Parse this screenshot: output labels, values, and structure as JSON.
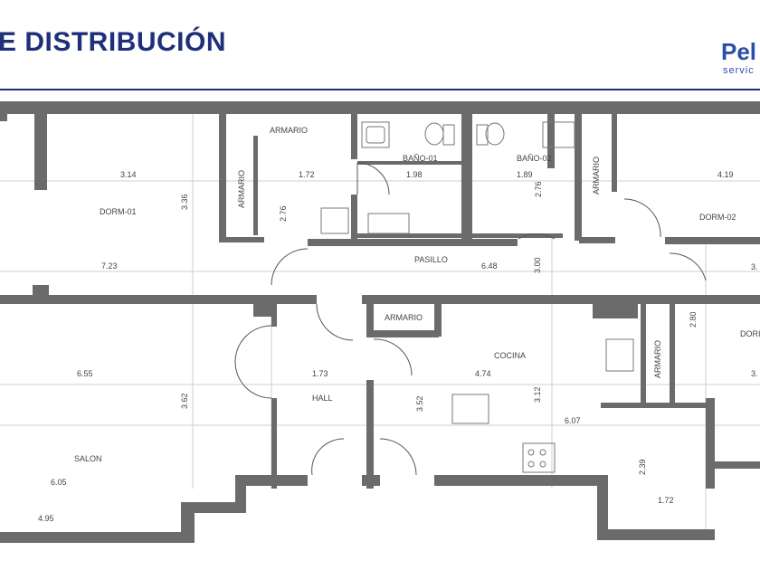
{
  "header": {
    "title": "E DISTRIBUCIÓN",
    "logo_text": "Pel",
    "logo_sub": "servic"
  },
  "plan": {
    "rooms": {
      "dorm1": "DORM-01",
      "dorm2": "DORM-02",
      "dorm3": "DORI",
      "armario_top": "ARMARIO",
      "armario_v1": "ARMARIO",
      "armario_v2": "ARMARIO",
      "armario_mid": "ARMARIO",
      "armario_v3": "ARMARIO",
      "bano1": "BAÑO-01",
      "bano2": "BAÑO-02",
      "pasillo": "PASILLO",
      "hall": "HALL",
      "cocina": "COCINA",
      "salon": "SALON"
    },
    "dims": {
      "d314": "3.14",
      "d336": "3.36",
      "d172a": "1.72",
      "d276a": "2.76",
      "d198": "1.98",
      "d189": "1.89",
      "d276b": "2.76",
      "d419": "4.19",
      "d723": "7.23",
      "d648": "6.48",
      "d300": "3.00",
      "d3r1": "3.",
      "d280": "2.80",
      "d3r2": "3.",
      "d655": "6.55",
      "d362": "3.62",
      "d173": "1.73",
      "d474": "4.74",
      "d352": "3.52",
      "d312": "3.12",
      "d607": "6.07",
      "d605": "6.05",
      "d495": "4.95",
      "d239": "2.39",
      "d172b": "1.72"
    }
  }
}
